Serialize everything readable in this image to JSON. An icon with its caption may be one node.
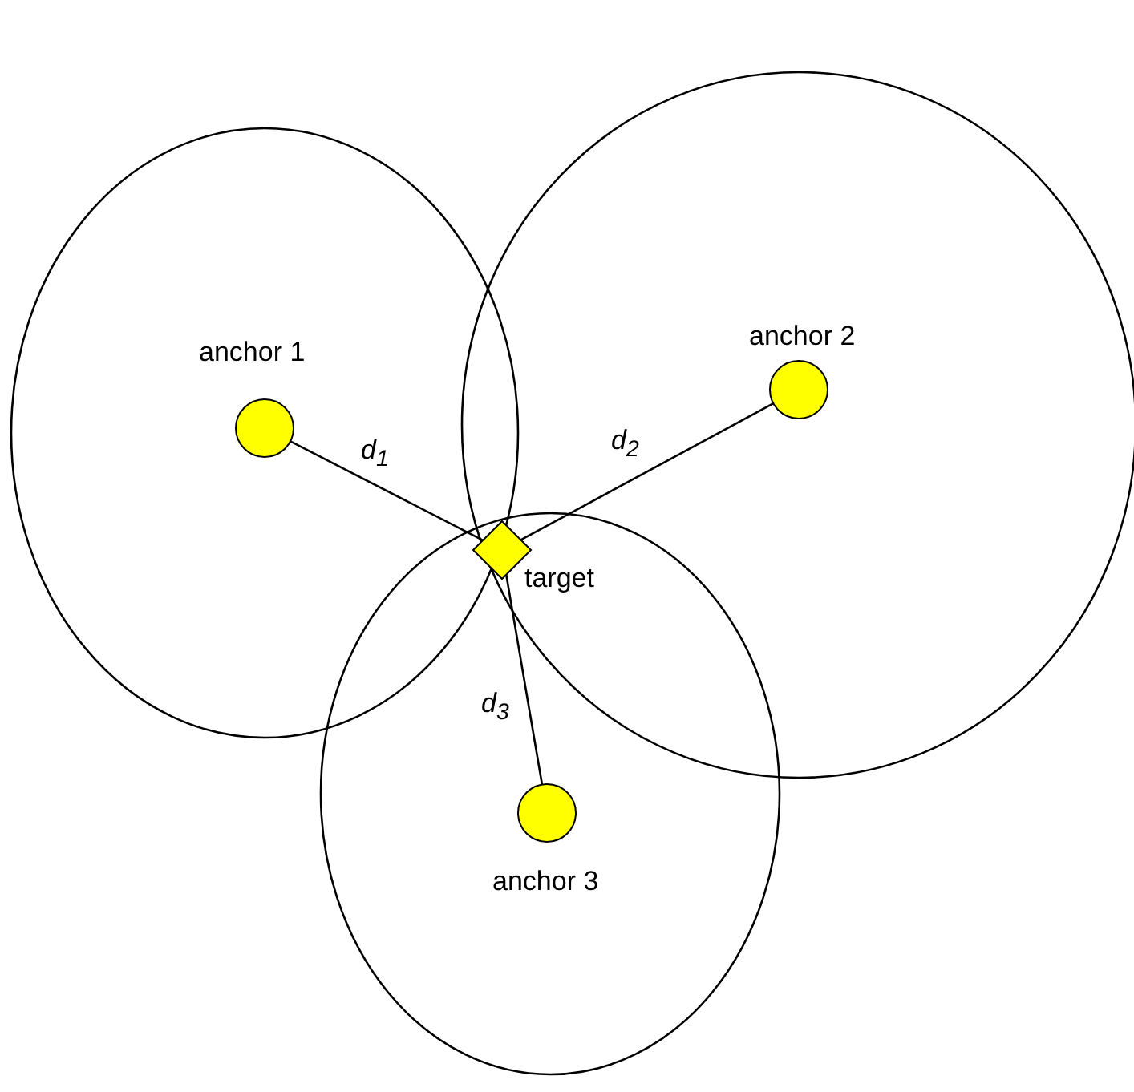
{
  "diagram": {
    "nodes": [
      {
        "text": [
          "anchor 1"
        ]
      },
      {
        "text": [
          "anchor 2"
        ]
      },
      {
        "text": [
          "anchor 3"
        ]
      },
      {
        "text": [
          "target"
        ]
      }
    ],
    "edges": [
      {
        "from": 0,
        "to": 3,
        "arrow": "none",
        "label": "d$_{1}$"
      },
      {
        "from": 1,
        "to": 3,
        "arrow": "none",
        "label": "d$_{2}$"
      },
      {
        "from": 2,
        "to": 3,
        "arrow": "none",
        "label": "d$_{3}$"
      }
    ]
  }
}
